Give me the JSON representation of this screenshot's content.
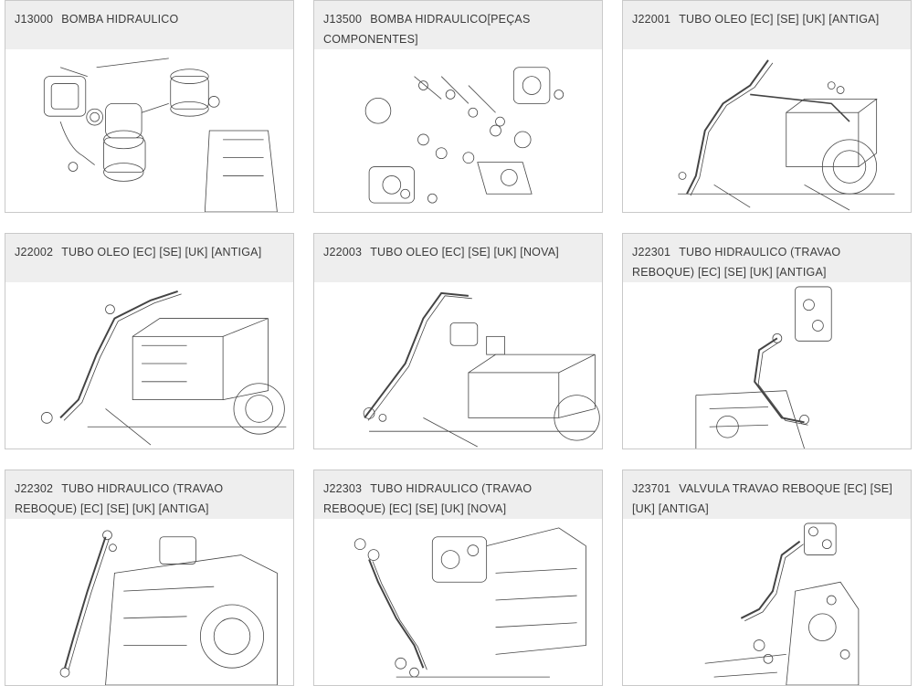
{
  "cards": [
    {
      "code": "J13000",
      "title": "BOMBA HIDRAULICO",
      "diagram": "hydraulic-pump"
    },
    {
      "code": "J13500",
      "title": "BOMBA HIDRAULICO[PEÇAS COMPONENTES]",
      "diagram": "pump-components"
    },
    {
      "code": "J22001",
      "title": "TUBO OLEO [EC] [SE] [UK] [ANTIGA]",
      "diagram": "oil-pipe"
    },
    {
      "code": "J22002",
      "title": "TUBO OLEO [EC] [SE] [UK] [ANTIGA]",
      "diagram": "oil-pipe"
    },
    {
      "code": "J22003",
      "title": "TUBO OLEO [EC] [SE] [UK] [NOVA]",
      "diagram": "oil-pipe"
    },
    {
      "code": "J22301",
      "title": "TUBO HIDRAULICO (TRAVAO REBOQUE) [EC] [SE] [UK] [ANTIGA]",
      "diagram": "hydraulic-pipe"
    },
    {
      "code": "J22302",
      "title": "TUBO HIDRAULICO (TRAVAO REBOQUE) [EC] [SE] [UK] [ANTIGA]",
      "diagram": "hydraulic-pipe"
    },
    {
      "code": "J22303",
      "title": "TUBO HIDRAULICO (TRAVAO REBOQUE) [EC] [SE] [UK] [NOVA]",
      "diagram": "hydraulic-pipe"
    },
    {
      "code": "J23701",
      "title": "VALVULA TRAVAO REBOQUE [EC] [SE] [UK] [ANTIGA]",
      "diagram": "brake-valve"
    }
  ]
}
